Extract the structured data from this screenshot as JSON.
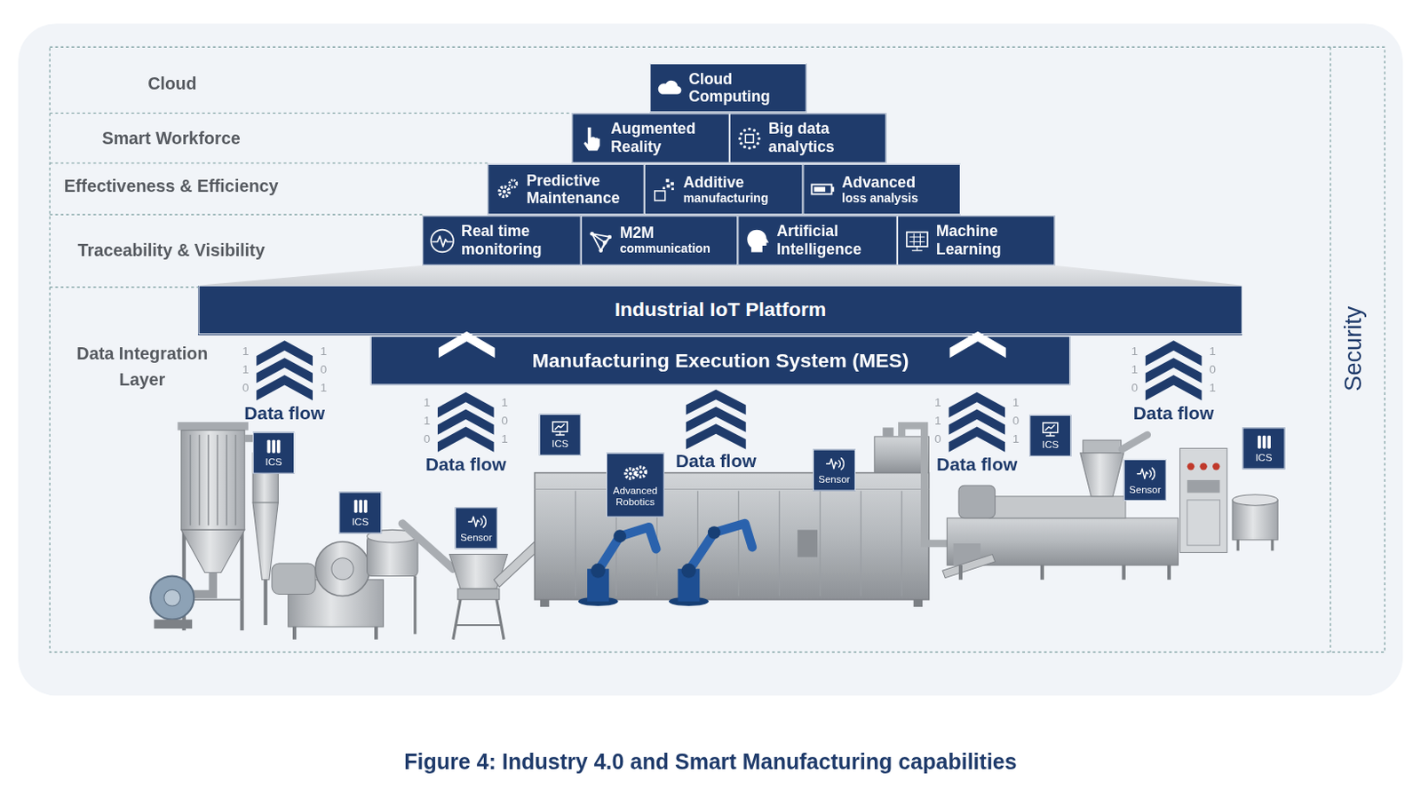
{
  "diagram": {
    "caption": "Figure 4: Industry 4.0 and Smart Manufacturing capabilities",
    "nodes": [
      {
        "text": [
          "Cloud Computing"
        ]
      },
      {
        "text": [
          "Augmented Reality"
        ]
      },
      {
        "text": [
          "Big data analytics"
        ]
      },
      {
        "text": [
          "Predictive Maintenance"
        ]
      },
      {
        "text": [
          "Additive",
          "manufacturing"
        ]
      },
      {
        "text": [
          "Advanced",
          "loss analysis"
        ]
      },
      {
        "text": [
          "Real time monitoring"
        ]
      },
      {
        "text": [
          "M2M",
          "communication"
        ]
      },
      {
        "text": [
          "Artificial Intelligence"
        ]
      },
      {
        "text": [
          "Machine Learning"
        ]
      },
      {
        "text": [
          "Industrial IoT Platform"
        ]
      },
      {
        "text": [
          "Manufacturing Execution System (MES)"
        ]
      },
      {
        "text": [
          "ICS"
        ]
      },
      {
        "text": [
          "ICS"
        ]
      },
      {
        "text": [
          "Sensor"
        ]
      },
      {
        "text": [
          "ICS"
        ]
      },
      {
        "text": [
          "Advanced Robotics"
        ]
      },
      {
        "text": [
          "Sensor"
        ]
      },
      {
        "text": [
          "ICS"
        ]
      },
      {
        "text": [
          "Sensor"
        ]
      },
      {
        "text": [
          "ICS"
        ]
      }
    ],
    "labels": [
      "Cloud",
      "Smart Workforce",
      "Effectiveness & Efficiency",
      "Traceability & Visibility",
      "Data Integration Layer",
      "Security",
      "1 1 0",
      "1 0 1",
      "Data flow",
      "1 1 0",
      "1 0 1",
      "Data flow",
      "Data flow",
      "1 1 0",
      "1 0 1",
      "Data flow",
      "1 1 0",
      "1 0 1",
      "Data flow"
    ]
  }
}
